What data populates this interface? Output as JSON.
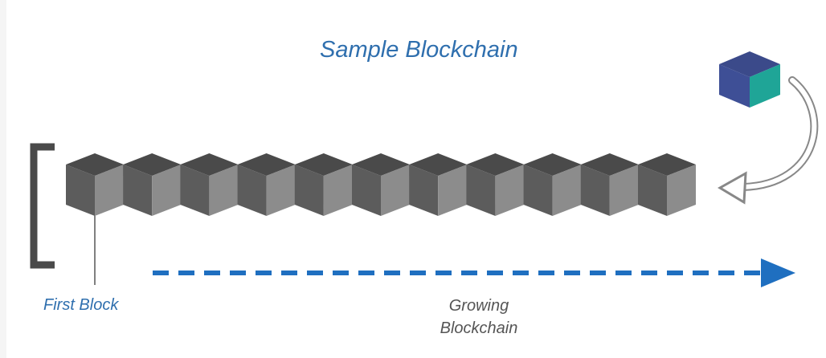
{
  "diagram": {
    "title": "Sample Blockchain",
    "first_block_label": "First Block",
    "growing_label_line1": "Growing",
    "growing_label_line2": "Blockchain",
    "chain_block_count": 11
  },
  "colors": {
    "title_text": "#2f6fae",
    "arrow": "#1f6fc0",
    "block_top": "#4a4a4a",
    "block_left": "#5c5c5c",
    "block_right": "#8c8c8c",
    "new_block_top": "#3b4a8a",
    "new_block_left": "#3e4f96",
    "new_block_right": "#1fa597",
    "bracket": "#4a4a4a"
  }
}
